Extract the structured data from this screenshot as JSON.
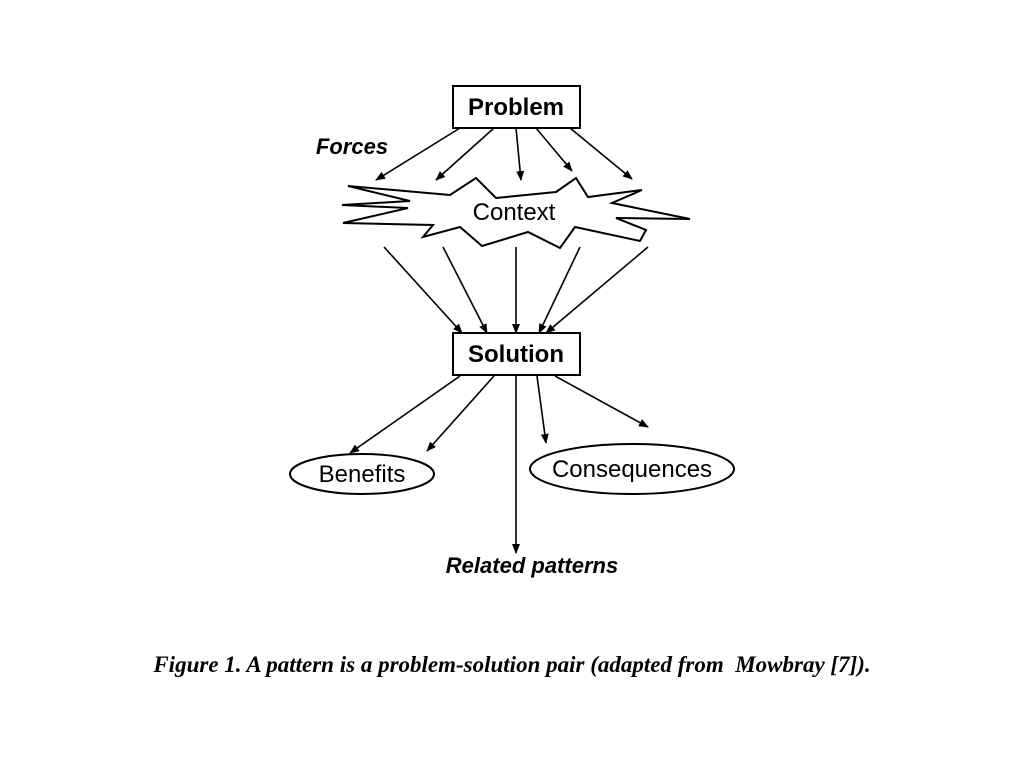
{
  "diagram": {
    "nodes": {
      "problem": "Problem",
      "context": "Context",
      "solution": "Solution",
      "benefits": "Benefits",
      "consequences": "Consequences"
    },
    "labels": {
      "forces": "Forces",
      "related_patterns": "Related patterns"
    },
    "edges": [
      {
        "from": "Problem",
        "to": "Context"
      },
      {
        "from": "Context",
        "to": "Solution"
      },
      {
        "from": "Solution",
        "to": "Benefits"
      },
      {
        "from": "Solution",
        "to": "Consequences"
      },
      {
        "from": "Solution",
        "to": "Related patterns"
      }
    ]
  },
  "caption": "Figure 1. A pattern is a problem-solution pair (adapted from  Mowbray [7])."
}
